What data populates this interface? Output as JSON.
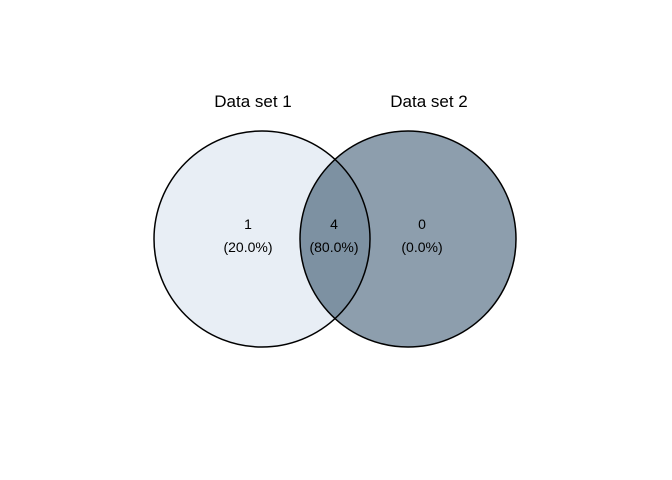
{
  "venn": {
    "background": "#ffffff",
    "outline_color": "#000000",
    "text_color": "#000000",
    "sets": [
      {
        "label": "Data set 1",
        "fill": "#e8eef5"
      },
      {
        "label": "Data set 2",
        "fill": "#8d9ead"
      }
    ],
    "overlap_fill": "#7d91a2",
    "regions": [
      {
        "name": "set1-only",
        "count": "1",
        "percent": "(20.0%)"
      },
      {
        "name": "overlap",
        "count": "4",
        "percent": "(80.0%)"
      },
      {
        "name": "set2-only",
        "count": "0",
        "percent": "(0.0%)"
      }
    ]
  },
  "chart_data": {
    "type": "venn",
    "sets": [
      "Data set 1",
      "Data set 2"
    ],
    "values": {
      "set1_only": 1,
      "intersection": 4,
      "set2_only": 0
    },
    "percentages": {
      "set1_only": "20.0%",
      "intersection": "80.0%",
      "set2_only": "0.0%"
    }
  }
}
